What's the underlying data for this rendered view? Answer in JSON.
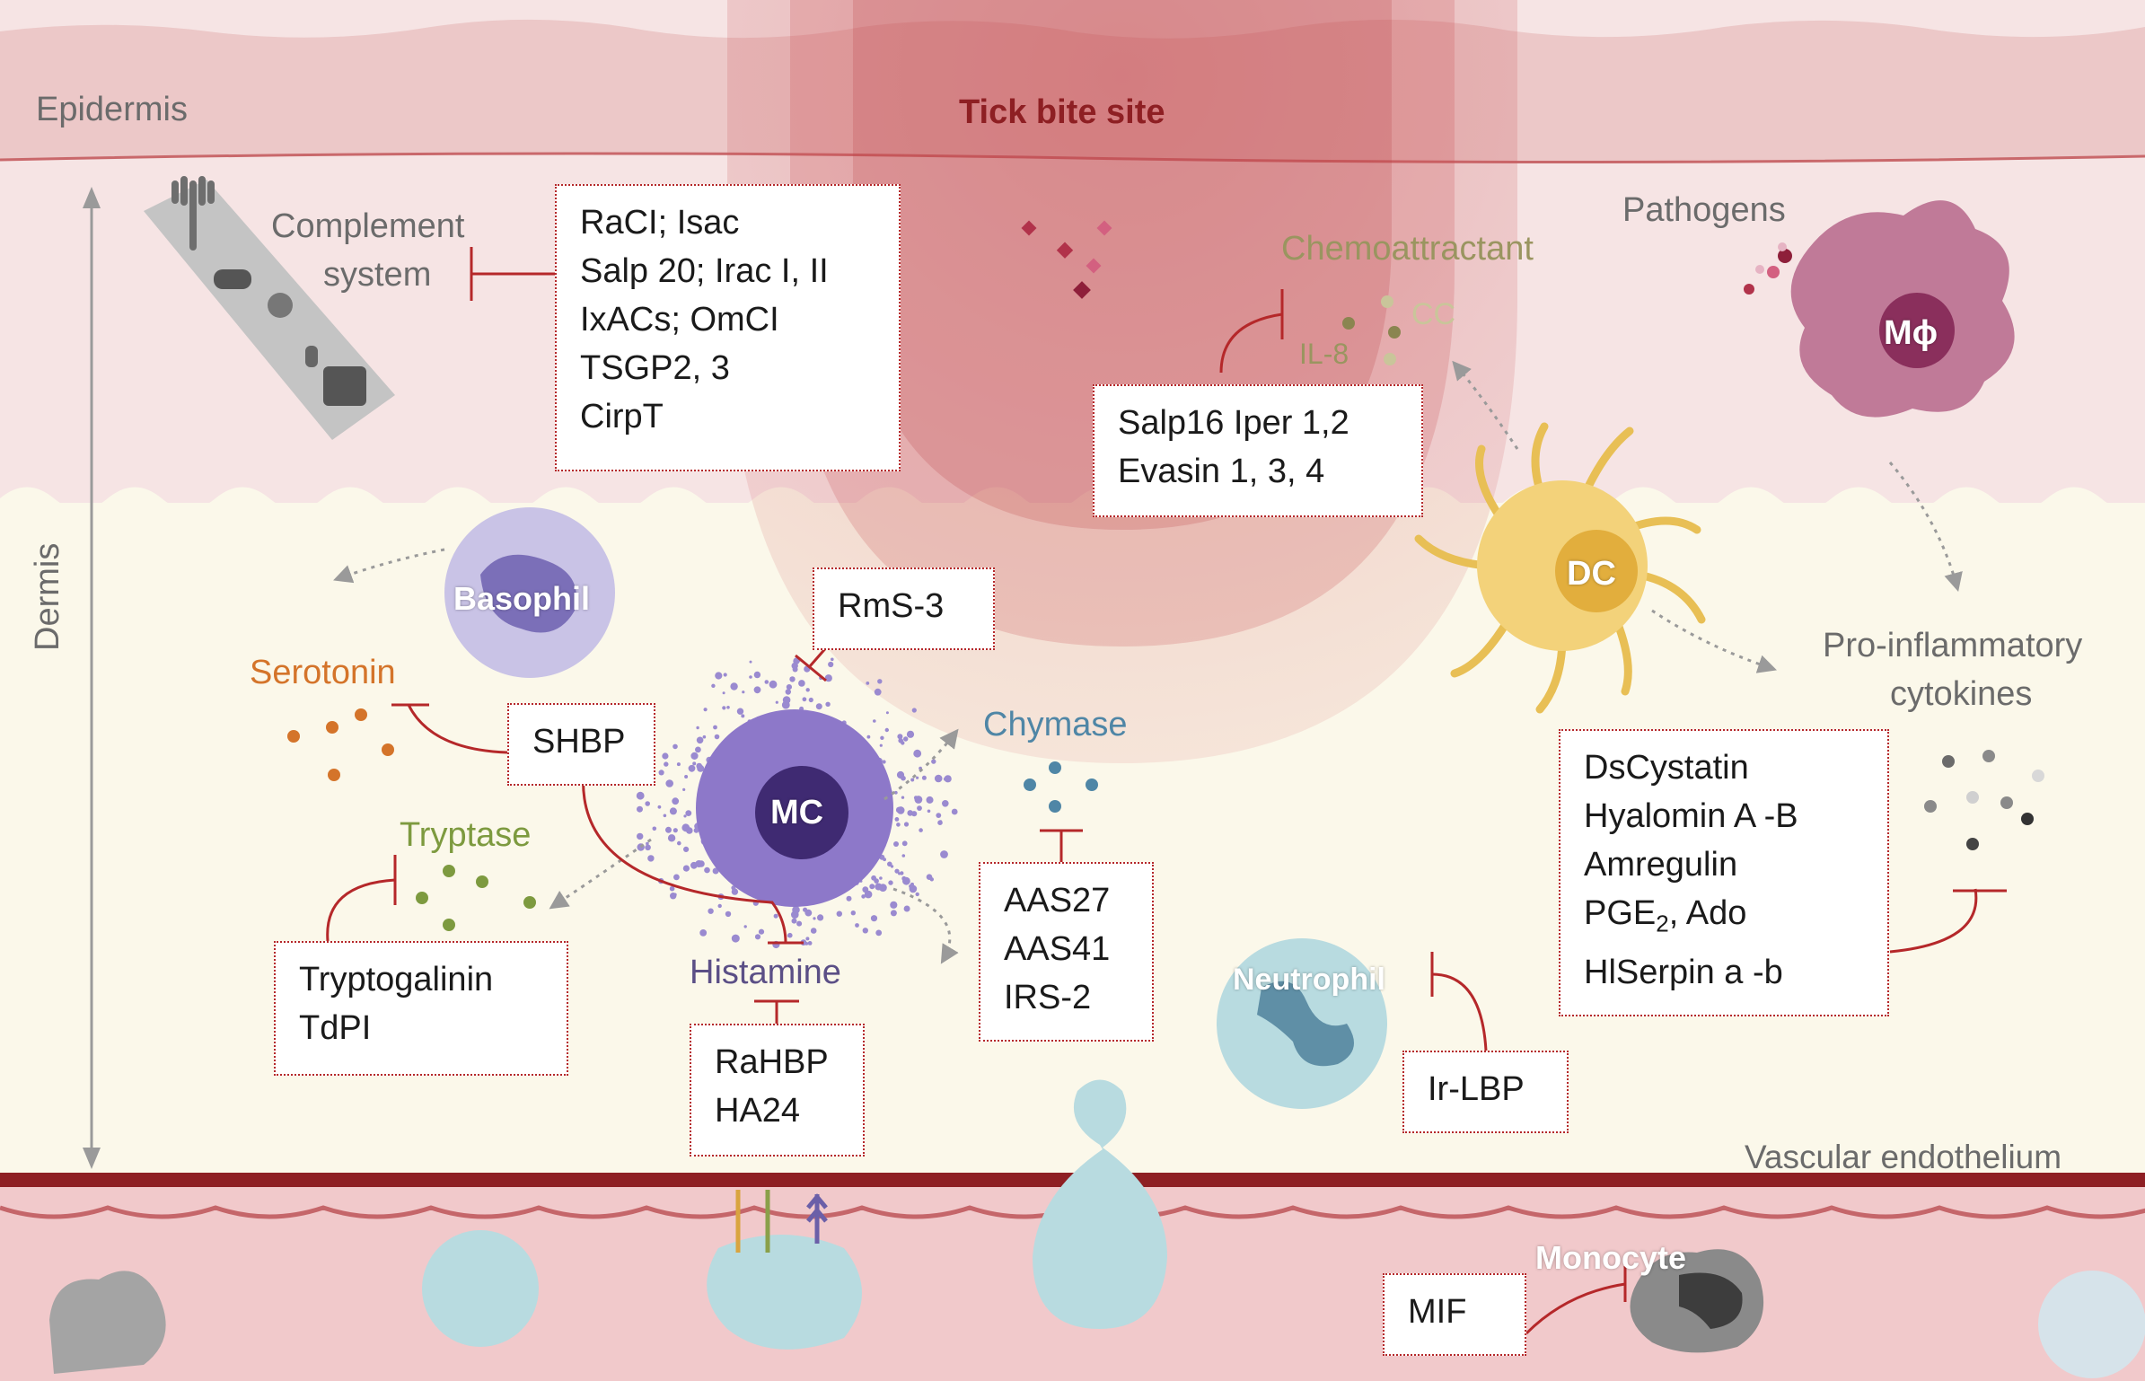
{
  "regions": {
    "epidermis": "Epidermis",
    "dermis": "Dermis",
    "bite_site": "Tick bite site",
    "vascular": "Vascular endothelium"
  },
  "labels": {
    "complement": [
      "Complement",
      "system"
    ],
    "chemoattractant": "Chemoattractant",
    "cc": "CC",
    "il8": "IL-8",
    "pathogens": "Pathogens",
    "pro_inflammatory": [
      "Pro-inflammatory",
      "cytokines"
    ],
    "serotonin": "Serotonin",
    "tryptase": "Tryptase",
    "chymase": "Chymase",
    "histamine": "Histamine"
  },
  "cells": {
    "basophil": "Basophil",
    "mast_cell": "MC",
    "macrophage": "Mϕ",
    "dendritic": "DC",
    "neutrophil": "Neutrophil",
    "monocyte": "Monocyte"
  },
  "boxes": {
    "complement": [
      "RaCI; Isac",
      "Salp 20; Irac I, II",
      "IxACs; OmCI",
      "TSGP2, 3",
      "CirpT"
    ],
    "chemo": [
      "Salp16 Iper 1,2",
      "Evasin 1, 3, 4"
    ],
    "rms3": [
      "RmS-3"
    ],
    "shbp": [
      "SHBP"
    ],
    "tryptase": [
      "Tryptogalinin",
      "TdPI"
    ],
    "histamine": [
      "RaHBP",
      "HA24"
    ],
    "chymase": [
      "AAS27",
      "AAS41",
      "IRS-2"
    ],
    "cytokines": [
      "DsCystatin",
      "Hyalomin A -B",
      "Amregulin",
      "PGE",
      "2",
      ", Ado",
      "HlSerpin a -b"
    ],
    "irlbp": [
      "Ir-LBP"
    ],
    "mif": [
      "MIF"
    ]
  },
  "colors": {
    "inhibitor": "#b5282a",
    "serotonin": "#d4742a",
    "tryptase": "#7d9a3f",
    "chymase": "#4f86a6",
    "histamine": "#5b4f86",
    "chemo": "#9a9560"
  }
}
